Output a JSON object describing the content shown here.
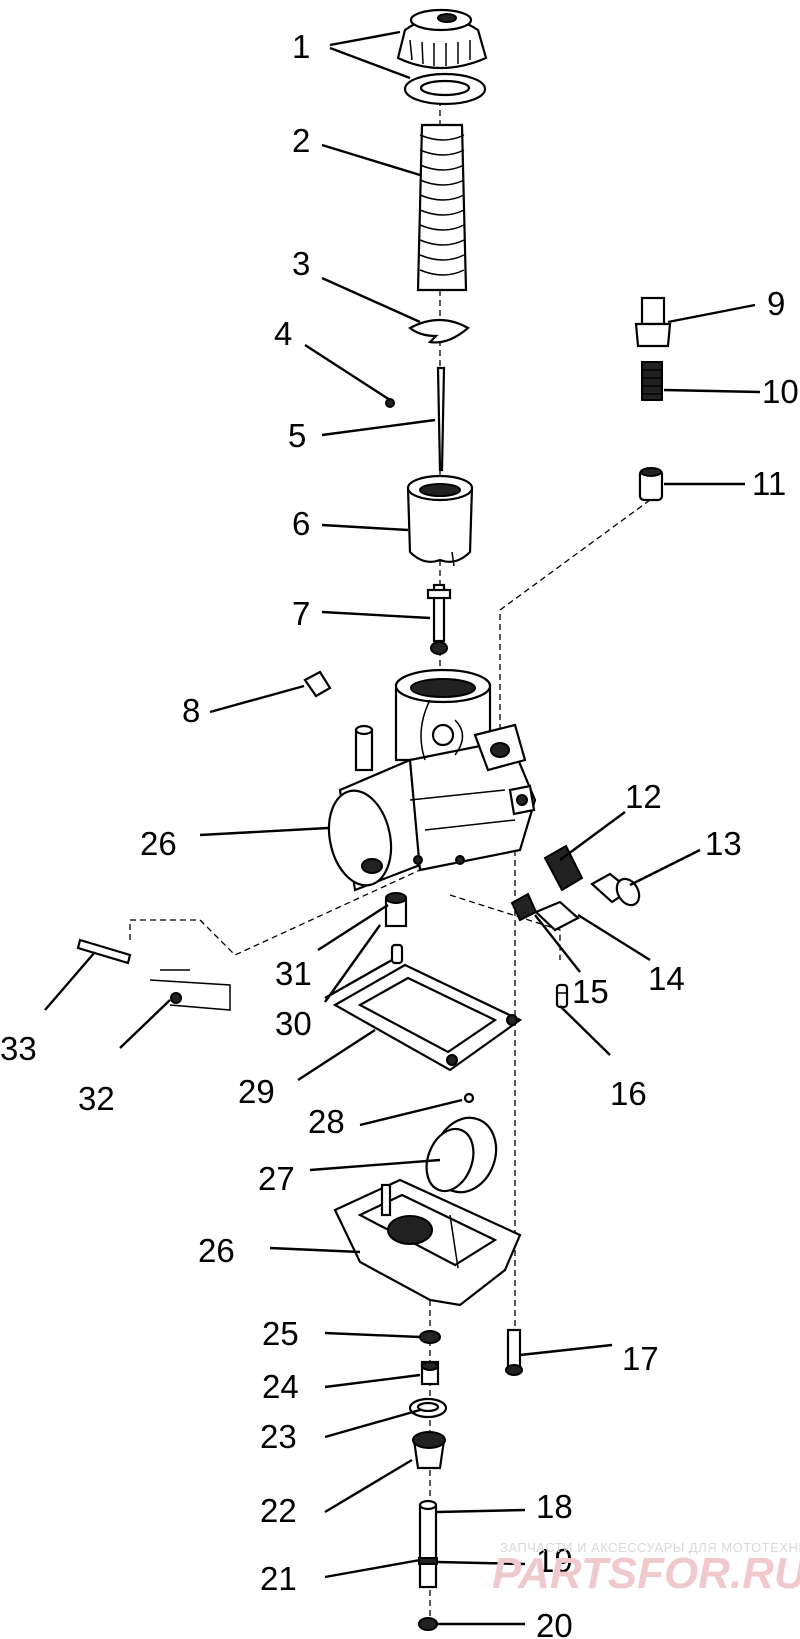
{
  "callouts": {
    "c1": "1",
    "c2": "2",
    "c3": "3",
    "c4": "4",
    "c5": "5",
    "c6": "6",
    "c7": "7",
    "c8": "8",
    "c9": "9",
    "c10": "10",
    "c11": "11",
    "c12": "12",
    "c13": "13",
    "c14": "14",
    "c15": "15",
    "c16": "16",
    "c17": "17",
    "c18": "18",
    "c19": "19",
    "c20": "20",
    "c21": "21",
    "c22": "22",
    "c23": "23",
    "c24": "24",
    "c25": "25",
    "c26a": "26",
    "c26b": "26",
    "c27": "27",
    "c28": "28",
    "c29": "29",
    "c30": "30",
    "c31": "31",
    "c32": "32",
    "c33": "33"
  },
  "watermark": {
    "tagline": "ЗАПЧАСТИ И АКСЕССУАРЫ ДЛЯ МОТОТЕХНИКИ",
    "logo": "PARTSFOR.RU"
  }
}
